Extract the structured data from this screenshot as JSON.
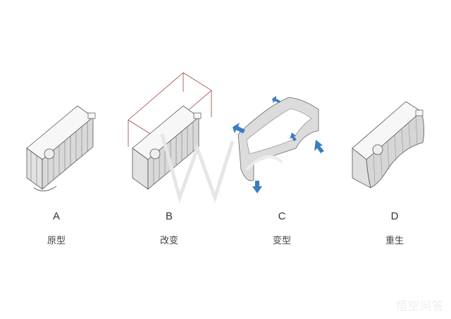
{
  "stages": [
    {
      "letter": "A",
      "caption": "原型",
      "figure": "original-building-isometric"
    },
    {
      "letter": "B",
      "caption": "改变",
      "figure": "building-with-red-addition-wireframe"
    },
    {
      "letter": "C",
      "caption": "变型",
      "figure": "deformed-envelope-with-blue-arrows"
    },
    {
      "letter": "D",
      "caption": "重生",
      "figure": "reborn-building-with-curved-facade"
    }
  ],
  "colors": {
    "line": "#555555",
    "wall": "#e4e4e4",
    "roof": "#f8f8f8",
    "addition": "#a04040",
    "arrow": "#3a7cc0",
    "watermark": "#e6e6e6"
  },
  "watermark": {
    "corner_text": "悟空问答"
  }
}
